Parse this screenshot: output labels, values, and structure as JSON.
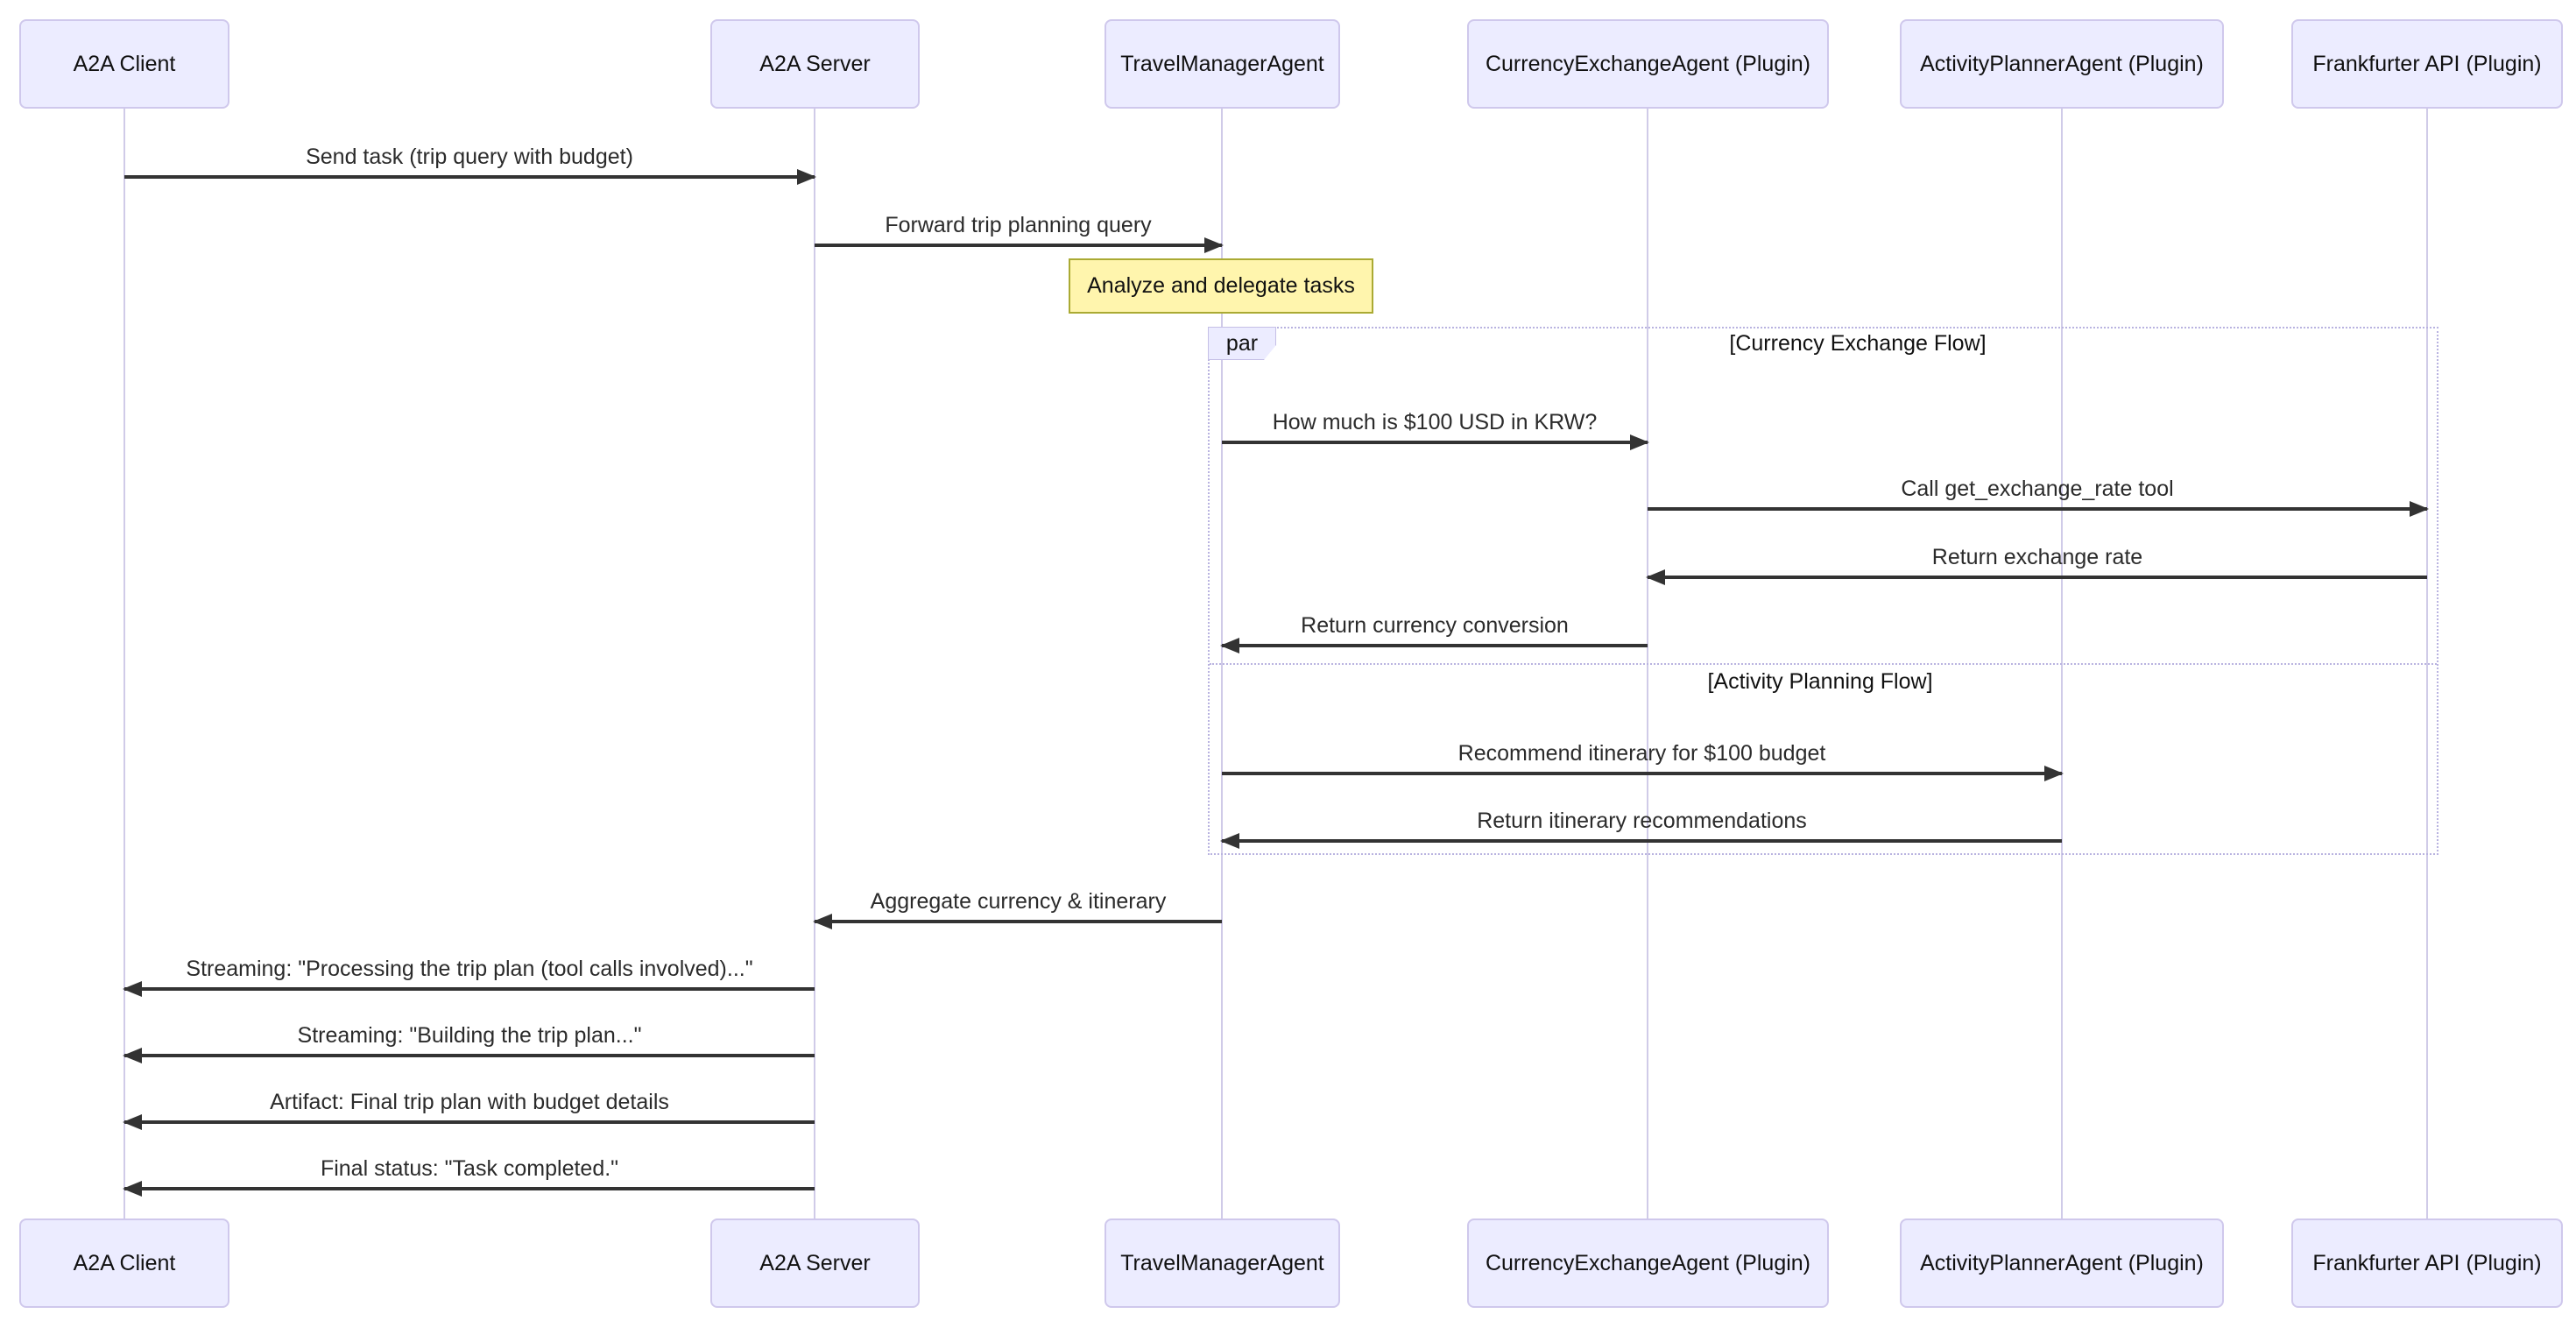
{
  "diagram": {
    "participants": [
      {
        "label": "A2A Client"
      },
      {
        "label": "A2A Server"
      },
      {
        "label": "TravelManagerAgent"
      },
      {
        "label": "CurrencyExchangeAgent (Plugin)"
      },
      {
        "label": "ActivityPlannerAgent (Plugin)"
      },
      {
        "label": "Frankfurter API (Plugin)"
      }
    ],
    "note": {
      "label": "Analyze and delegate tasks"
    },
    "par": {
      "label": "par",
      "sections": [
        {
          "label": "[Currency Exchange Flow]"
        },
        {
          "label": "[Activity Planning Flow]"
        }
      ]
    },
    "messages": [
      {
        "label": "Send task (trip query with budget)",
        "from": "A2A Client",
        "to": "A2A Server"
      },
      {
        "label": "Forward trip planning query",
        "from": "A2A Server",
        "to": "TravelManagerAgent"
      },
      {
        "label": "How much is $100 USD in KRW?",
        "from": "TravelManagerAgent",
        "to": "CurrencyExchangeAgent (Plugin)"
      },
      {
        "label": "Call get_exchange_rate tool",
        "from": "CurrencyExchangeAgent (Plugin)",
        "to": "Frankfurter API (Plugin)"
      },
      {
        "label": "Return exchange rate",
        "from": "Frankfurter API (Plugin)",
        "to": "CurrencyExchangeAgent (Plugin)"
      },
      {
        "label": "Return currency conversion",
        "from": "CurrencyExchangeAgent (Plugin)",
        "to": "TravelManagerAgent"
      },
      {
        "label": "Recommend itinerary for $100 budget",
        "from": "TravelManagerAgent",
        "to": "ActivityPlannerAgent (Plugin)"
      },
      {
        "label": "Return itinerary recommendations",
        "from": "ActivityPlannerAgent (Plugin)",
        "to": "TravelManagerAgent"
      },
      {
        "label": "Aggregate currency & itinerary",
        "from": "TravelManagerAgent",
        "to": "A2A Server"
      },
      {
        "label": "Streaming: \"Processing the trip plan (tool calls involved)...\"",
        "from": "A2A Server",
        "to": "A2A Client"
      },
      {
        "label": "Streaming: \"Building the trip plan...\"",
        "from": "A2A Server",
        "to": "A2A Client"
      },
      {
        "label": "Artifact: Final trip plan with budget details",
        "from": "A2A Server",
        "to": "A2A Client"
      },
      {
        "label": "Final status: \"Task completed.\"",
        "from": "A2A Server",
        "to": "A2A Client"
      }
    ],
    "colors": {
      "actor_fill": "#ececff",
      "actor_border": "#cfc8ec",
      "lifeline": "#d0cbe8",
      "signal": "#333333",
      "note_fill": "#fff5ad",
      "note_border": "#aaaa33",
      "frame_border": "#b9b3e0"
    }
  }
}
